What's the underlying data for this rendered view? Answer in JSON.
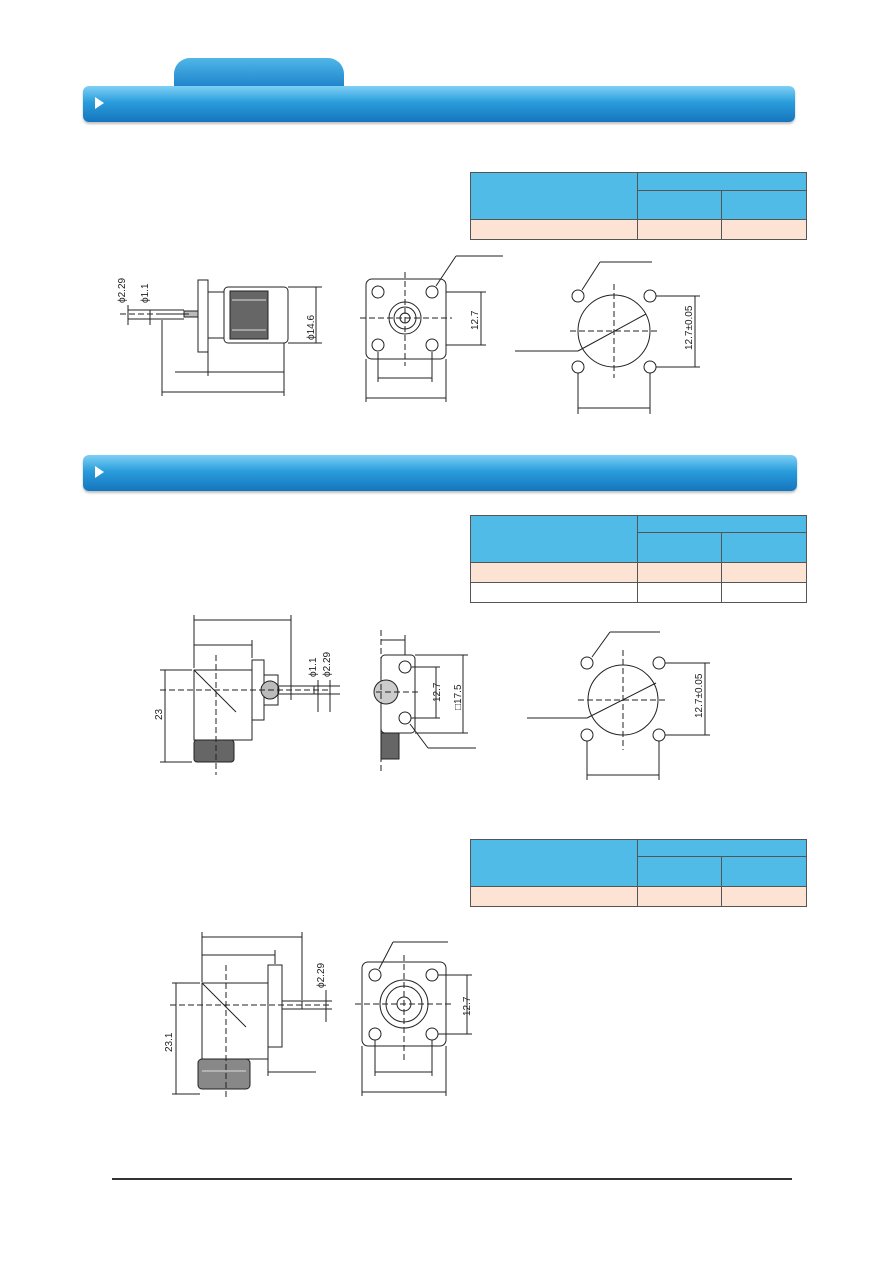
{
  "sections": [
    {
      "title": ""
    },
    {
      "title": ""
    }
  ],
  "drawing1": {
    "dims": {
      "d229": "ϕ2.29",
      "d11": "ϕ1.1",
      "d146": "ϕ14.6",
      "s127": "12.7",
      "tol": "12.7±0.05"
    }
  },
  "drawing2": {
    "dims": {
      "d11": "ϕ1.1",
      "d229": "ϕ2.29",
      "h23": "23",
      "s127": "12.7",
      "sq175": "□17.5",
      "tol": "12.7±0.05"
    }
  },
  "drawing3": {
    "dims": {
      "d229": "ϕ2.29",
      "h231": "23.1",
      "s127": "12.7"
    }
  }
}
